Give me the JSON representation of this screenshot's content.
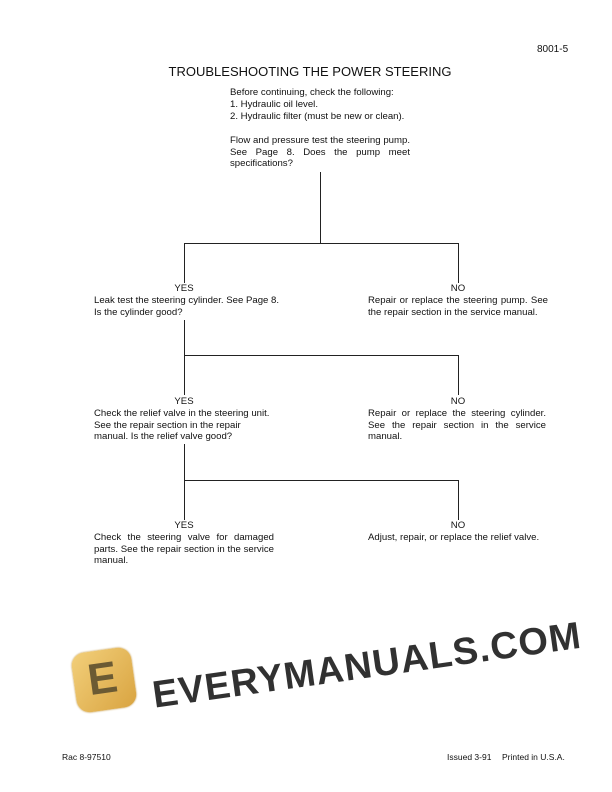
{
  "header": {
    "page_number": "8001-5",
    "title": "TROUBLESHOOTING THE POWER STEERING"
  },
  "intro": {
    "lines": [
      "Before continuing, check the following:",
      "1. Hydraulic oil level.",
      "2. Hydraulic filter (must be new or clean)."
    ],
    "question": "Flow and pressure test the steering pump. See Page 8. Does the pump meet specifications?"
  },
  "flow": [
    {
      "yes_label": "YES",
      "yes_text": "Leak test the steering cylinder. See Page 8. Is the cylinder good?",
      "no_label": "NO",
      "no_text": "Repair or replace the steering pump. See the repair section in the service manual."
    },
    {
      "yes_label": "YES",
      "yes_text": "Check the relief valve in the steering unit. See the repair section in the repair manual. Is the relief valve good?",
      "no_label": "NO",
      "no_text": "Repair or replace the steering cylinder. See the repair section in the service manual."
    },
    {
      "yes_label": "YES",
      "yes_text": "Check the steering valve for damaged parts. See the repair section in the service manual.",
      "no_label": "NO",
      "no_text": "Adjust, repair, or replace the relief valve."
    }
  ],
  "footer": {
    "doc_number": "Rac 8-97510",
    "issued": "Issued 3-91",
    "printed": "Printed in U.S.A."
  },
  "watermark": {
    "text": "EVERYMANUALS.COM",
    "logo_letter": "E",
    "logo_color": "#e6b85a"
  }
}
